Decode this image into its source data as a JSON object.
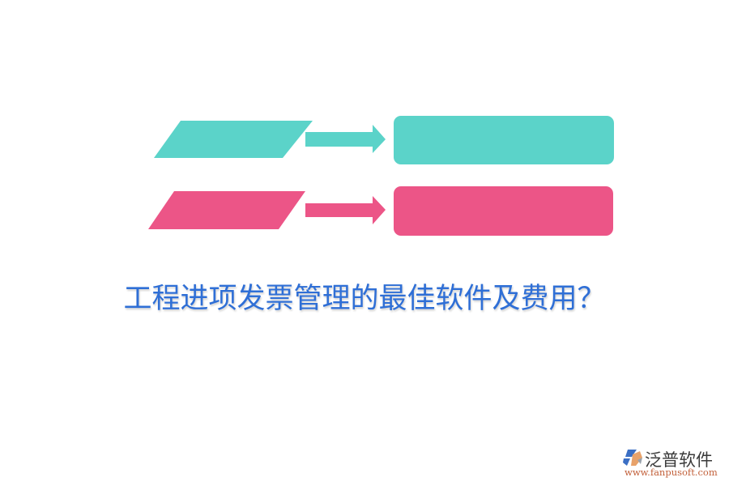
{
  "title": "工程进项发票管理的最佳软件及费用？",
  "diagram": {
    "rows": [
      {
        "color": "#5bd3c9",
        "shape": "parallelogram",
        "arrow": "right-arrow",
        "target": "rounded-rectangle"
      },
      {
        "color": "#ec5587",
        "shape": "parallelogram",
        "arrow": "right-arrow",
        "target": "rounded-rectangle"
      }
    ]
  },
  "logo": {
    "brand": "泛普软件",
    "url": "www.fanpusoft.com",
    "icon": "fanpu-logo-icon",
    "icon_colors": [
      "#3b6fc4",
      "#e8a26a",
      "#9aa3ad"
    ]
  }
}
